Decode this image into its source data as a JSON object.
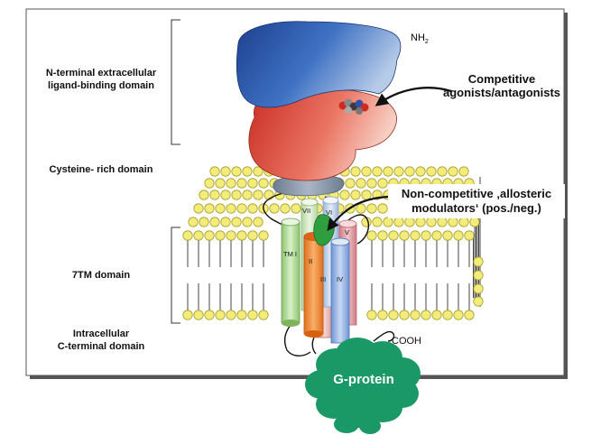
{
  "labels": {
    "nh2": "NH",
    "nh2_sub": "2",
    "cooh": "COOH",
    "n_terminal_line1": "N-terminal extracellular",
    "n_terminal_line2": "ligand-binding domain",
    "cysteine": "Cysteine- rich domain",
    "seven_tm": "7TM domain",
    "intracellular_line1": "Intracellular",
    "intracellular_line2": "C-terminal domain",
    "competitive_line1": "Competitive",
    "competitive_line2": "agonists/antagonists",
    "noncompetitive_line1": "Non-competitive ‚allosteric",
    "noncompetitive_line2": "modulators‘ (pos./neg.)",
    "gprotein": "G-protein"
  },
  "helices": [
    "TM I",
    "II",
    "III",
    "IV",
    "V",
    "VI",
    "VII"
  ],
  "colors": {
    "ligand_domain_top": "#2f5ea8",
    "ligand_domain_bottom": "#e05848",
    "cysteine_domain": "#8a98aa",
    "lipid_head": "#f2ec7a",
    "gprotein": "#1a9966",
    "allosteric_site": "#2e9e3e"
  },
  "icons": [
    "molecule-icon"
  ]
}
